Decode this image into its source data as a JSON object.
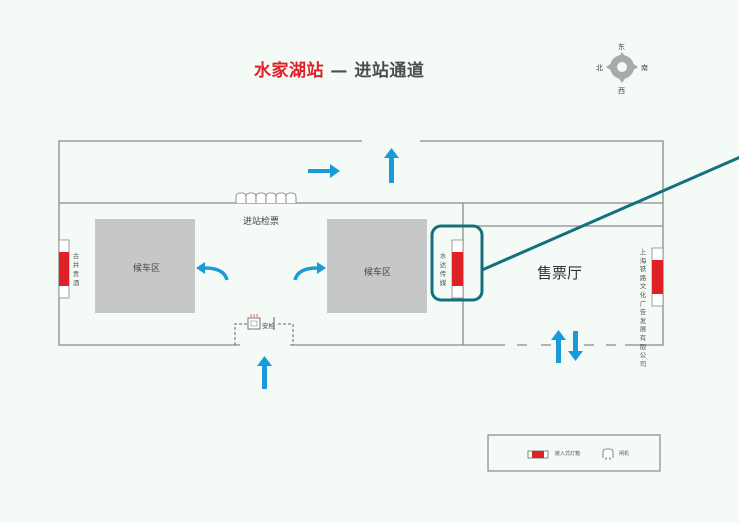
{
  "title": {
    "station": "水家湖站",
    "separator": " — ",
    "subtitle": "进站通道"
  },
  "compass": {
    "east": "东",
    "west": "西",
    "north": "北",
    "south": "南"
  },
  "areas": {
    "waiting_left": "候车区",
    "waiting_right": "候车区",
    "ticket_hall": "售票厅",
    "ticket_check": "进站检票",
    "security": "安检"
  },
  "ad_boxes": {
    "left": "古井贡酒",
    "middle": "水达传媒",
    "right": "上海铁路文化广告发展有限公司"
  },
  "legend": {
    "lightbox": "嵌入式灯箱",
    "gate": "闸机"
  },
  "colors": {
    "accent_red": "#e02027",
    "arrow_blue": "#1a9ad6",
    "highlight_teal": "#13717d",
    "wall_gray": "#8c8c8c",
    "zone_gray": "#c6c7c9"
  }
}
